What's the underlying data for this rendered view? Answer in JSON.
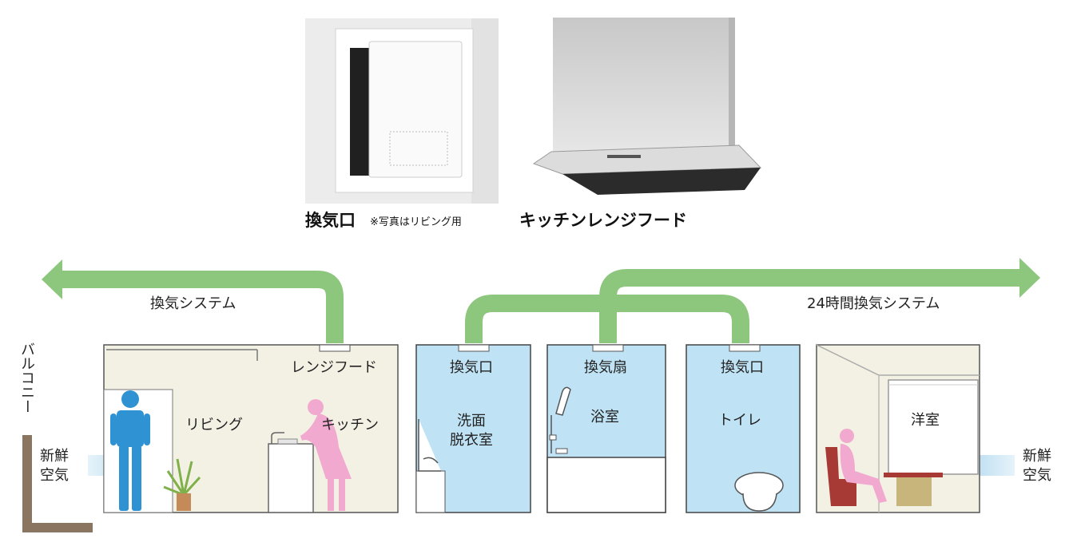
{
  "photos": {
    "vent": {
      "caption": "換気口",
      "note": "※写真はリビング用"
    },
    "hood": {
      "caption": "キッチンレンジフード"
    }
  },
  "systems": {
    "left": "換気システム",
    "right": "24時間換気システム"
  },
  "balcony": "バルコニー",
  "fresh_air": {
    "line1": "新鮮",
    "line2": "空気"
  },
  "rooms": {
    "living": {
      "vent_label": "レンジフード",
      "name": "リビング",
      "kitchen": "キッチン"
    },
    "washroom": {
      "vent_label": "換気口",
      "name_line1": "洗面",
      "name_line2": "脱衣室"
    },
    "bath": {
      "vent_label": "換気扇",
      "name": "浴室"
    },
    "toilet": {
      "vent_label": "換気口",
      "name": "トイレ"
    },
    "western": {
      "name": "洋室"
    }
  },
  "colors": {
    "duct": "#8dc77e",
    "room_blue": "#bfe3f5",
    "room_beige": "#f3f1e4",
    "air_arrow": "#b5dcf0",
    "balcony": "#8a7560"
  }
}
